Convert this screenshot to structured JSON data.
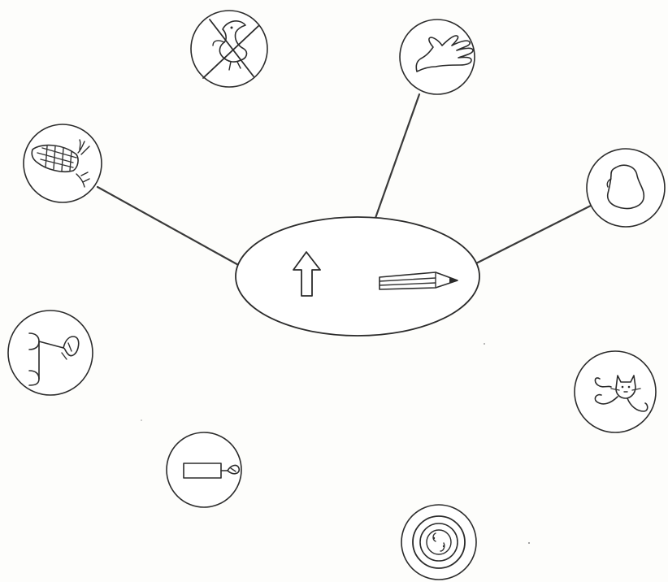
{
  "worksheet": {
    "center_pictures": [
      "arrow-up",
      "pencil"
    ],
    "picture_circles": [
      {
        "picture": "squirrel-crossed-out",
        "connected": false
      },
      {
        "picture": "hand",
        "connected": true
      },
      {
        "picture": "corn-cob",
        "connected": true
      },
      {
        "picture": "pear",
        "connected": true
      },
      {
        "picture": "scooter",
        "connected": false
      },
      {
        "picture": "cat",
        "connected": false
      },
      {
        "picture": "candle",
        "connected": false
      },
      {
        "picture": "button",
        "connected": false
      }
    ],
    "colors": {
      "ink": "#2b2b2b",
      "paper": "#fdfdfb"
    }
  }
}
